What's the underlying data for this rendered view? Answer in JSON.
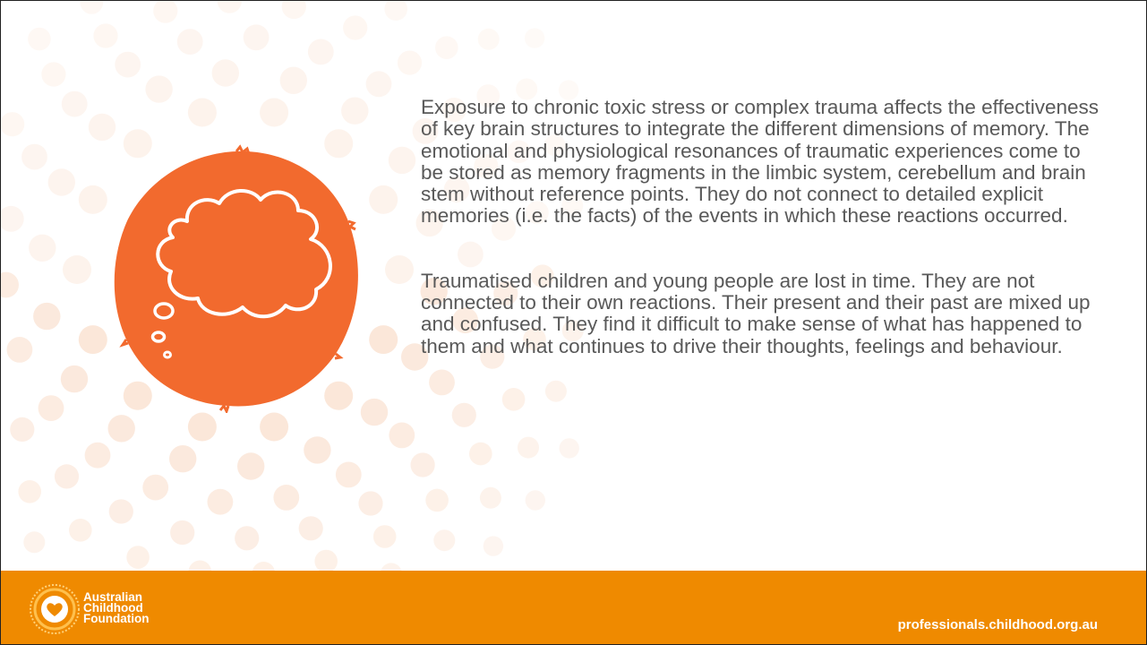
{
  "paragraphs": [
    "Exposure to chronic toxic stress or complex trauma affects the effectiveness of key brain structures to integrate the different dimensions of memory. The emotional and physiological resonances of traumatic experiences come to be stored as memory fragments in the limbic system, cerebellum and brain stem without reference points. They do not connect to detailed explicit memories (i.e. the facts) of the events in which these reactions occurred.",
    "Traumatised children and young people are lost in time. They are not connected to their own reactions. Their present and their past are mixed up and confused. They find it difficult to make sense of what has happened to them and what continues to drive their thoughts, feelings and behaviour."
  ],
  "footer": {
    "logo_lines": [
      "Australian",
      "Childhood",
      "Foundation"
    ],
    "url": "professionals.childhood.org.au"
  },
  "icons": {
    "emblem": "thought-bubble-icon",
    "logo": "heart-sun-logo-icon"
  },
  "colors": {
    "accent": "#f26a2e",
    "footer": "#ef8a00",
    "text": "#595959",
    "dots": "#f7cfb4"
  }
}
